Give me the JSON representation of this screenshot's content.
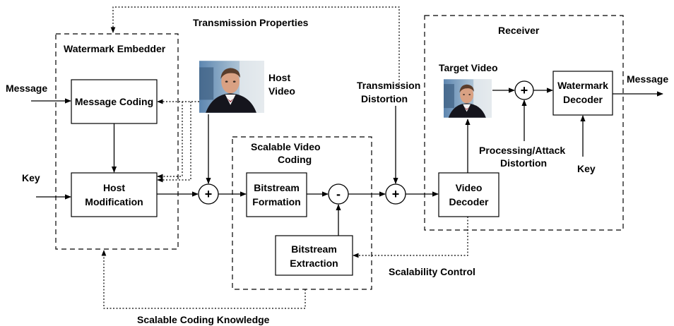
{
  "groups": {
    "embedder": "Watermark Embedder",
    "scalable_line1": "Scalable Video",
    "scalable_line2": "Coding",
    "receiver": "Receiver"
  },
  "blocks": {
    "message_coding": "Message Coding",
    "host_mod_line1": "Host",
    "host_mod_line2": "Modification",
    "bitstream_formation_line1": "Bitstream",
    "bitstream_formation_line2": "Formation",
    "bitstream_extraction_line1": "Bitstream",
    "bitstream_extraction_line2": "Extraction",
    "video_decoder_line1": "Video",
    "video_decoder_line2": "Decoder",
    "watermark_decoder_line1": "Watermark",
    "watermark_decoder_line2": "Decoder"
  },
  "labels": {
    "message_in": "Message",
    "key_in": "Key",
    "host_video_line1": "Host",
    "host_video_line2": "Video",
    "transmission_properties": "Transmission Properties",
    "transmission_distortion_line1": "Transmission",
    "transmission_distortion_line2": "Distortion",
    "target_video": "Target Video",
    "processing_line1": "Processing/Attack",
    "processing_line2": "Distortion",
    "key_receiver": "Key",
    "message_out": "Message",
    "scalability_control": "Scalability Control",
    "scalable_coding_knowledge": "Scalable Coding Knowledge"
  },
  "operators": {
    "plus": "+",
    "minus": "-"
  },
  "icons": {
    "host_video": "person-video-frame",
    "target_video": "person-video-frame"
  }
}
